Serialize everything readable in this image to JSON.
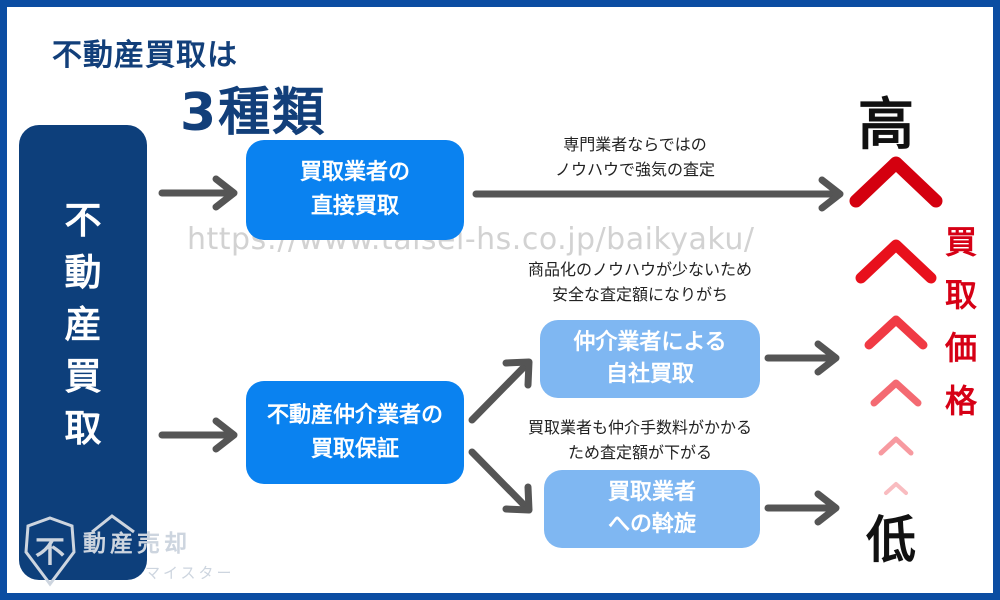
{
  "title": {
    "line1": "不動産買取は",
    "line2": "3種類"
  },
  "left_panel": {
    "chars": [
      "不",
      "動",
      "産",
      "買",
      "取"
    ]
  },
  "boxes": {
    "direct": {
      "lines": [
        "買取業者の",
        "直接買取"
      ]
    },
    "guarantee": {
      "lines": [
        "不動産仲介業者の",
        "買取保証"
      ]
    },
    "inhouse": {
      "lines": [
        "仲介業者による",
        "自社買取"
      ]
    },
    "referral": {
      "lines": [
        "買取業者",
        "への斡旋"
      ]
    }
  },
  "notes": {
    "direct": [
      "専門業者ならではの",
      "ノウハウで強気の査定"
    ],
    "inhouse": [
      "商品化のノウハウが少ないため",
      "安全な査定額になりがち"
    ],
    "referral": [
      "買取業者も仲介手数料がかかる",
      "ため査定額が下がる"
    ]
  },
  "scale": {
    "high": "高",
    "low": "低",
    "label_chars": [
      "買",
      "取",
      "価",
      "格"
    ],
    "chevron_colors": [
      "#d4000f",
      "#e8101c",
      "#f03a44",
      "#f46a72",
      "#f79aa0",
      "#f9bcc0"
    ]
  },
  "watermark": "https://www.taisei-hs.co.jp/baikyaku/",
  "logo": {
    "mark": "不",
    "main": "動産売却",
    "sub": "マイスター"
  },
  "colors": {
    "frame": "#0b4da2",
    "title": "#123f7a",
    "left_panel": "#0d3f7b",
    "primary_box": "#0a82f0",
    "secondary_box": "#7fb7f2",
    "arrow": "#555555",
    "accent_red": "#d60015"
  }
}
